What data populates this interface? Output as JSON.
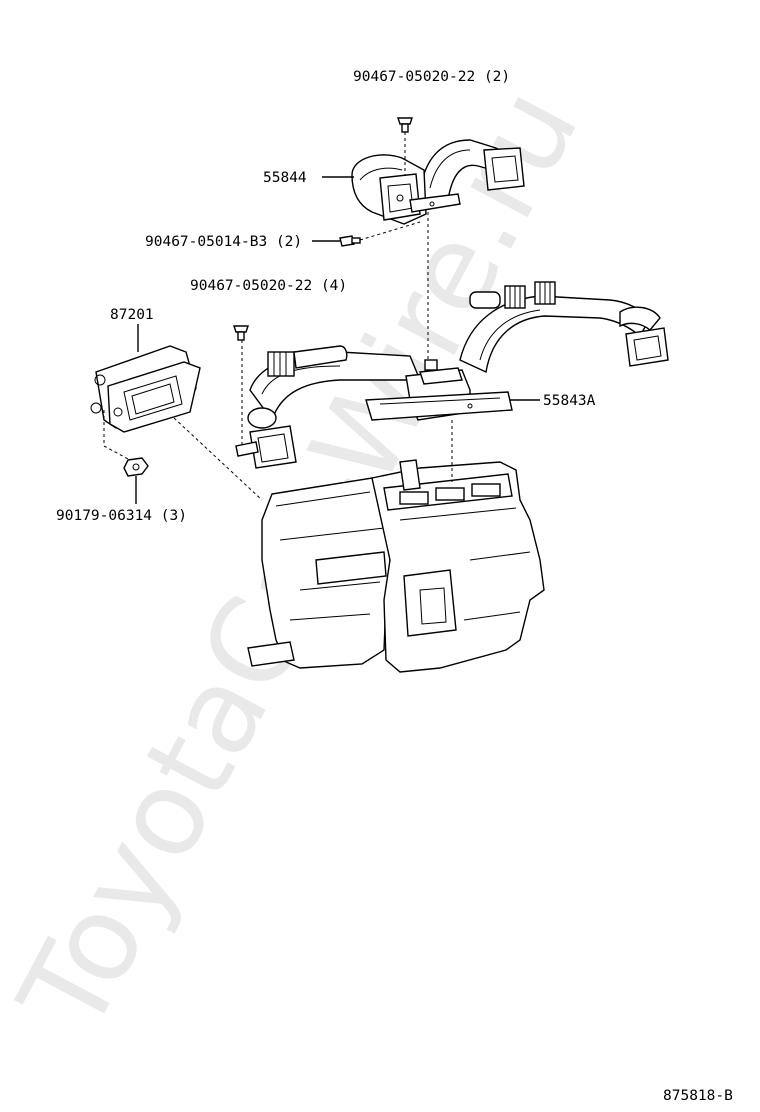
{
  "watermark": "ToyotaCar-Wire.ru",
  "figure_code": "875818-B",
  "callouts": {
    "screw_top": "90467-05020-22 (2)",
    "duct_upper": "55844",
    "clip": "90467-05014-B3 (2)",
    "screw_mid": "90467-05020-22 (4)",
    "cover": "87201",
    "duct_lower": "55843A",
    "nut": "90179-06314 (3)"
  }
}
